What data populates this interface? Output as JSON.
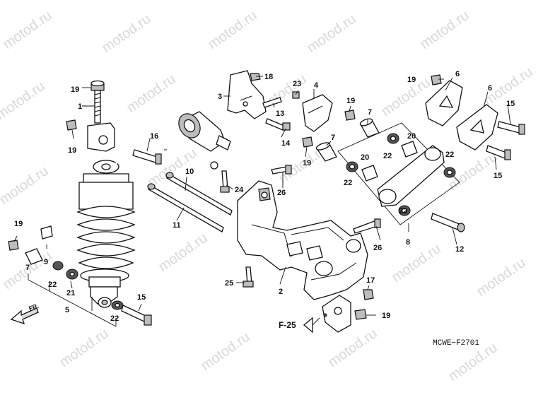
{
  "watermark": "motod.ru",
  "drawing_code": "MCWE−F2701",
  "front_arrow_label": "FR.",
  "reference_label": "F-25",
  "callouts": {
    "c1": "1",
    "c2": "2",
    "c3": "3",
    "c4": "4",
    "c5": "5",
    "c6a": "6",
    "c6b": "6",
    "c7a": "7",
    "c7b": "7",
    "c7c": "7",
    "c8": "8",
    "c9": "9",
    "c10": "10",
    "c11": "11",
    "c12": "12",
    "c13": "13",
    "c14": "14",
    "c15a": "15",
    "c15b": "15",
    "c15c": "15",
    "c16": "16",
    "c17": "17",
    "c18": "18",
    "c19a": "19",
    "c19b": "19",
    "c19c": "19",
    "c19d": "19",
    "c19e": "19",
    "c19f": "19",
    "c19g": "19",
    "c20a": "20",
    "c20b": "20",
    "c21": "21",
    "c22a": "22",
    "c22b": "22",
    "c22c": "22",
    "c22d": "22",
    "c22e": "22",
    "c22f": "22",
    "c23": "23",
    "c24": "24",
    "c25": "25",
    "c26a": "26",
    "c26b": "26"
  }
}
